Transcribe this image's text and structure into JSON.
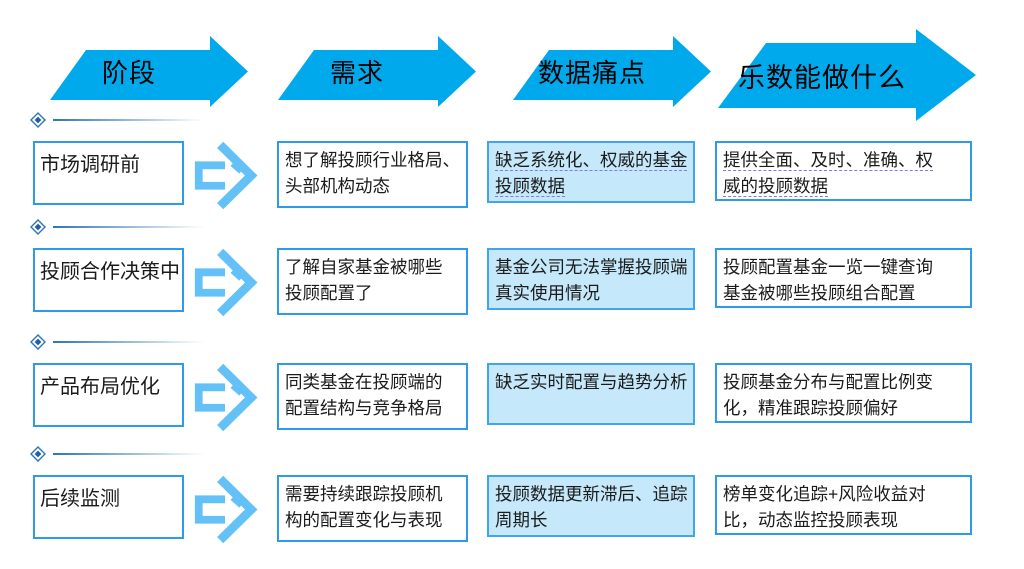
{
  "colors": {
    "header_arrow": "#00A9EC",
    "box_border": "#2E9BE8",
    "pain_border": "#41A5EE",
    "pain_fill": "#C5E8FB",
    "outline_arrow": "#63C1F7",
    "diamond_outer": "#2E75B6",
    "diamond_inner": "#1F5FA8",
    "underline": "#8578E0",
    "text": "#1b1b1b"
  },
  "icons": {
    "flow": "hollow-arrow-right-icon",
    "bullet": "diamond-bullet-icon"
  },
  "headers": [
    {
      "label": "阶段"
    },
    {
      "label": "需求"
    },
    {
      "label": "数据痛点"
    },
    {
      "label": "乐数能做什么"
    }
  ],
  "rows": [
    {
      "stage": "市场调研前",
      "need": "想了解投顾行业格局、\n头部机构动态",
      "pain": "缺乏系统化、权威的基金\n投顾数据",
      "solution": "提供全面、及时、准确、权\n威的投顾数据",
      "pain_underlined": true,
      "solution_underlined": true
    },
    {
      "stage": "投顾合作决策中",
      "need": "了解自家基金被哪些\n投顾配置了",
      "pain": "基金公司无法掌握投顾端\n真实使用情况",
      "solution": "投顾配置基金一览一键查询\n基金被哪些投顾组合配置",
      "pain_underlined": false,
      "solution_underlined": false
    },
    {
      "stage": "产品布局优化",
      "need": "同类基金在投顾端的\n配置结构与竞争格局",
      "pain": "缺乏实时配置与趋势分析",
      "solution": "投顾基金分布与配置比例变\n化，精准跟踪投顾偏好",
      "pain_underlined": false,
      "solution_underlined": false
    },
    {
      "stage": "后续监测",
      "need": "需要持续跟踪投顾机\n构的配置变化与表现",
      "pain": "投顾数据更新滞后、追踪\n周期长",
      "solution": "榜单变化追踪+风险收益对\n比，动态监控投顾表现",
      "pain_underlined": false,
      "solution_underlined": false
    }
  ]
}
